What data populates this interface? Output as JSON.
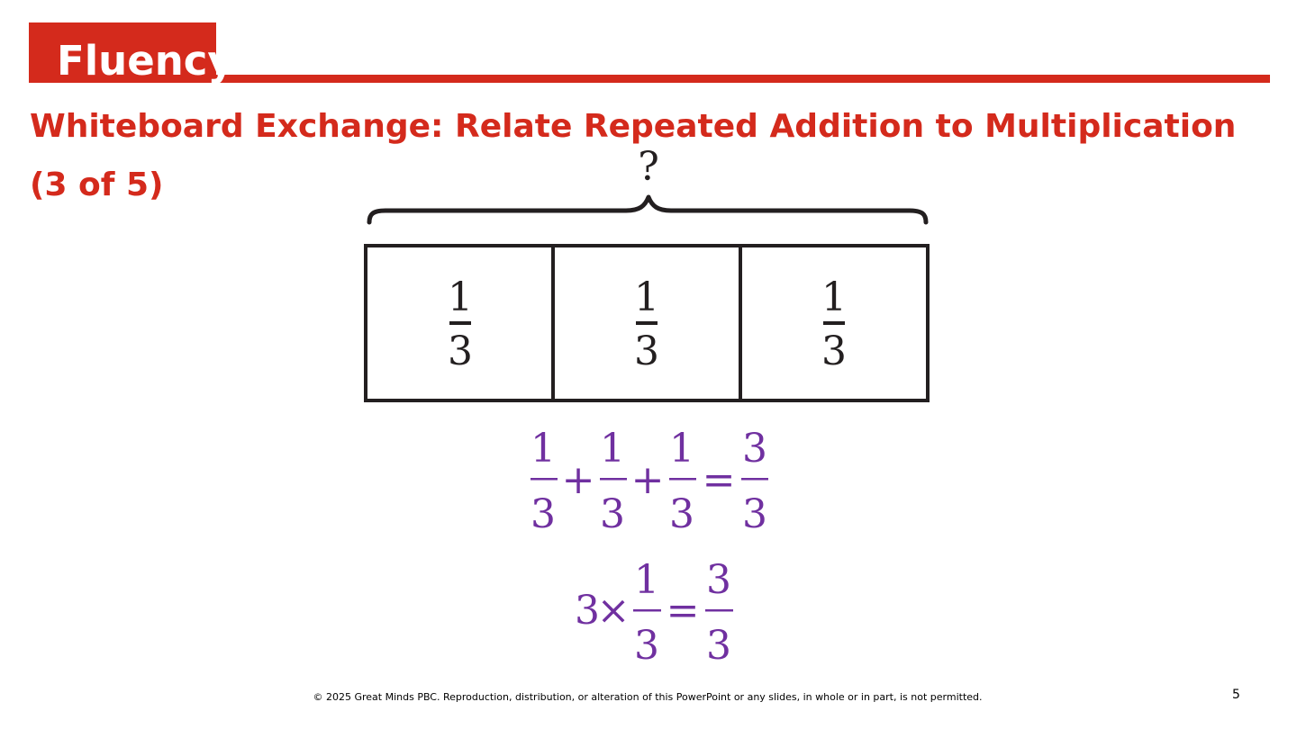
{
  "header": {
    "label": "Fluency"
  },
  "title": "Whiteboard Exchange: Relate Repeated Addition to Multiplication (3 of 5)",
  "tape": {
    "unknown": "?",
    "parts": [
      {
        "numerator": "1",
        "denominator": "3"
      },
      {
        "numerator": "1",
        "denominator": "3"
      },
      {
        "numerator": "1",
        "denominator": "3"
      }
    ]
  },
  "addition_equation": {
    "terms": [
      {
        "numerator": "1",
        "denominator": "3"
      },
      {
        "numerator": "1",
        "denominator": "3"
      },
      {
        "numerator": "1",
        "denominator": "3"
      }
    ],
    "plus": "+",
    "equals": "=",
    "result": {
      "numerator": "3",
      "denominator": "3"
    }
  },
  "multiplication_equation": {
    "factor": "3",
    "times": "×",
    "fraction": {
      "numerator": "1",
      "denominator": "3"
    },
    "equals": "=",
    "result": {
      "numerator": "3",
      "denominator": "3"
    }
  },
  "colors": {
    "accent": "#d42a1c",
    "equation": "#7030a0",
    "tape_ink": "#231f20"
  },
  "footer": "© 2025 Great Minds PBC. Reproduction, distribution, or alteration of this PowerPoint or any slides, in whole or in part, is not permitted.",
  "page_number": "5"
}
